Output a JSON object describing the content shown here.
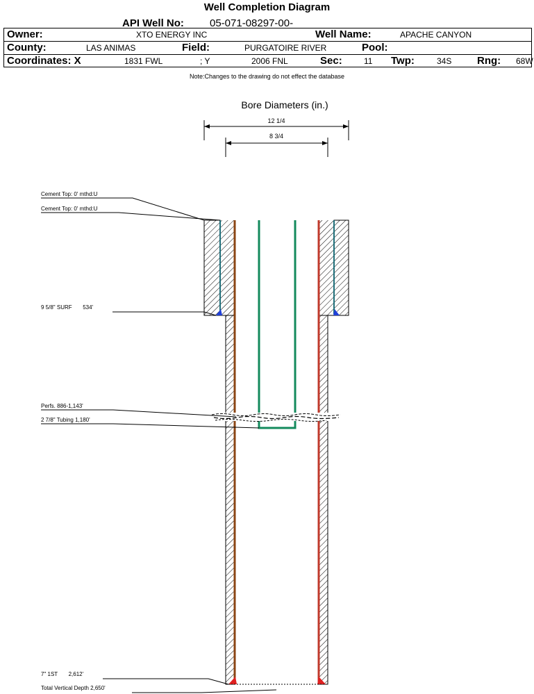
{
  "title": "Well Completion Diagram",
  "api": {
    "label": "API Well No:",
    "value": "05-071-08297-00-"
  },
  "header": {
    "owner_label": "Owner:",
    "owner": "XTO ENERGY INC",
    "well_name_label": "Well Name:",
    "well_name": "APACHE CANYON",
    "county_label": "County:",
    "county": "LAS ANIMAS",
    "field_label": "Field:",
    "field": "PURGATOIRE RIVER",
    "pool_label": "Pool:",
    "pool": "",
    "coords_label": "Coordinates: X",
    "x": "1831 FWL",
    "y_label": "; Y",
    "y": "2006 FNL",
    "sec_label": "Sec:",
    "sec": "11",
    "twp_label": "Twp:",
    "twp": "34S",
    "rng_label": "Rng:",
    "rng": "68W"
  },
  "note": "Note:Changes to the drawing do not effect the database",
  "diagram": {
    "bore_title": "Bore Diameters (in.)",
    "bore_sizes": [
      "12 1/4",
      "8 3/4"
    ],
    "annotations": {
      "cement_top_1": "Cement Top: 0' mthd:U",
      "cement_top_2": "Cement Top: 0' mthd:U",
      "surface_casing": "9 5/8\" SURF       534'",
      "perfs": "Perfs. 886-1,143'",
      "tubing": "2 7/8\" Tubing 1,180'",
      "production_casing": "7\" 1ST       2,612'",
      "total_depth": "Total Vertical Depth 2,650'"
    },
    "colors": {
      "surface_casing": "#1f6f7a",
      "production_casing_left": "#8b4513",
      "production_casing_right": "#c0392b",
      "tubing": "#138a5c",
      "shoe_blue": "#1f3fd8",
      "shoe_red": "#e02020"
    }
  }
}
